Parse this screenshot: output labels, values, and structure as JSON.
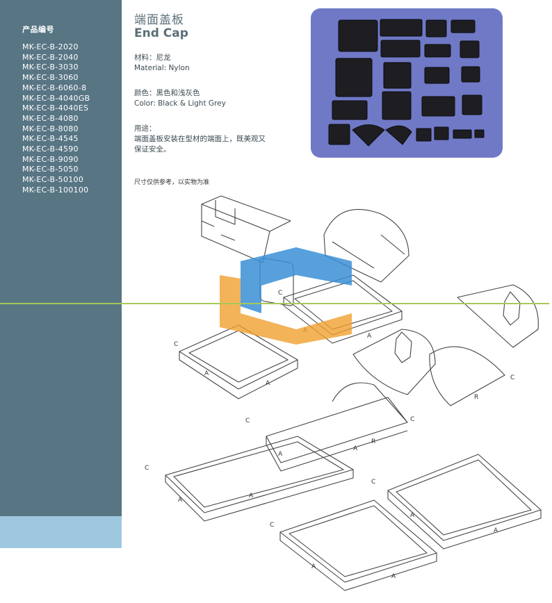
{
  "sidebar": {
    "heading": "产品编号",
    "models": [
      "MK-EC-B-2020",
      "MK-EC-B-2040",
      "MK-EC-B-3030",
      "MK-EC-B-3060",
      "MK-EC-B-6060-8",
      "MK-EC-B-4040GB",
      "MK-EC-B-4040ES",
      "MK-EC-B-4080",
      "MK-EC-B-8080",
      "MK-EC-B-4545",
      "MK-EC-B-4590",
      "MK-EC-B-9090",
      "MK-EC-B-5050",
      "MK-EC-B-50100",
      "MK-EC-B-100100"
    ],
    "colors": {
      "panel": "#587584",
      "bottom": "#9ec8e0"
    }
  },
  "product": {
    "title_cn": "端面盖板",
    "title_en": "End Cap",
    "material_cn": "材料：尼龙",
    "material_en": "Material: Nylon",
    "color_cn": "颜色：黑色和浅灰色",
    "color_en": "Color: Black & Light Grey",
    "usage_label": "用途：",
    "usage_line1": "端面盖板安装在型材的端面上，既美观又",
    "usage_line2": "保证安全。",
    "note": "尺寸仅供参考，以实物为准"
  },
  "drawing_labels": {
    "a": "A",
    "c": "C",
    "r": "R"
  },
  "accent": {
    "green_line": "#a7c957",
    "photo_bg": "#6f79c6"
  }
}
